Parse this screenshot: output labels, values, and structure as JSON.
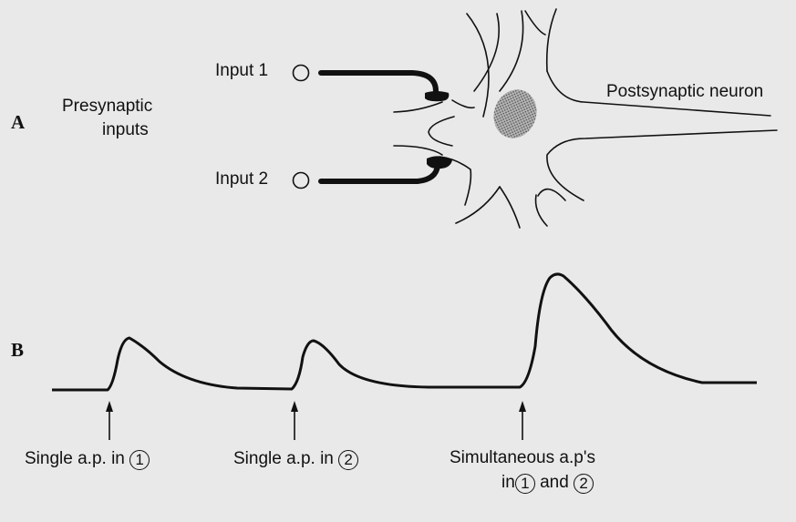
{
  "panels": {
    "a": "A",
    "b": "B"
  },
  "labels": {
    "input1": "Input 1",
    "input2": "Input 2",
    "presynaptic_line1": "Presynaptic",
    "presynaptic_line2": "inputs",
    "postsynaptic": "Postsynaptic neuron"
  },
  "events": [
    {
      "prefix": "Single a.p. in",
      "marker": "1"
    },
    {
      "prefix": "Single a.p. in",
      "marker": "2"
    },
    {
      "line1": "Simultaneous a.p's",
      "prefix": "in",
      "marker1": "1",
      "joiner": "and",
      "marker2": "2"
    }
  ],
  "colors": {
    "background": "#e9e9e9",
    "ink": "#111111",
    "nucleus": "#8a8a8a"
  }
}
